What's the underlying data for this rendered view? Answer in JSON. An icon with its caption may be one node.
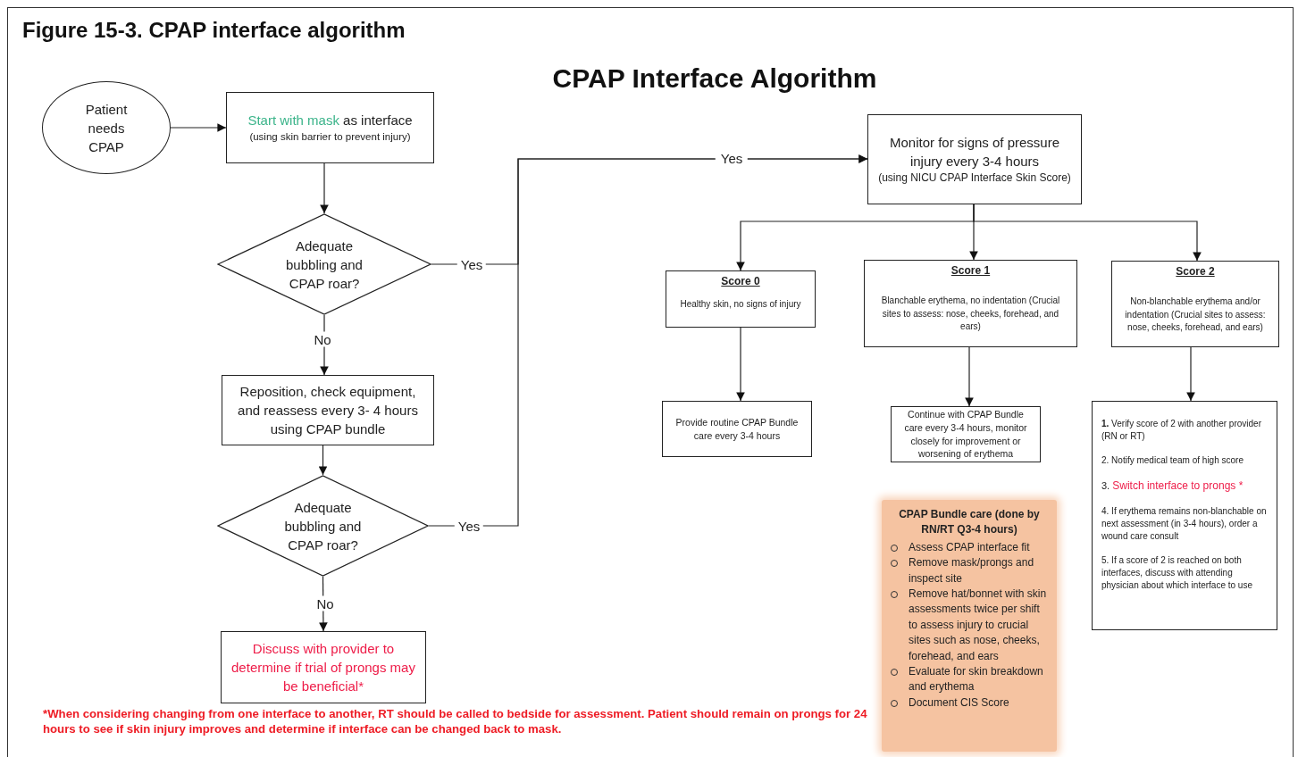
{
  "diagram": {
    "title": "Figure 15-3. CPAP interface algorithm",
    "nodes": [
      {
        "text": [
          "Patient needs CPAP"
        ]
      },
      {
        "text": [
          "Start with mask",
          "as interface",
          "(using skin barrier to prevent injury)"
        ]
      },
      {
        "text": [
          "Adequate bubbling and CPAP roar?"
        ]
      },
      {
        "text": [
          "Reposition, check equipment, and reassess every 3- 4 hours using CPAP bundle"
        ]
      },
      {
        "text": [
          "Adequate bubbling and CPAP roar?"
        ]
      },
      {
        "text": [
          "Discuss with provider to determine if trial of prongs may be beneficial*"
        ]
      },
      {
        "text": [
          "Monitor for signs of pressure injury every 3-4 hours",
          "(using NICU CPAP Interface Skin Score)"
        ]
      },
      {
        "text": [
          "Score 0",
          "Healthy skin, no signs of injury"
        ]
      },
      {
        "text": [
          "Score 1",
          "Blanchable erythema, no indentation (Crucial sites to assess: nose, cheeks, forehead, and ears)"
        ]
      },
      {
        "text": [
          "Score 2",
          "Non-blanchable erythema and/or indentation (Crucial sites to assess: nose, cheeks, forehead, and ears)"
        ]
      },
      {
        "text": [
          "Provide routine CPAP Bundle care every 3-4 hours"
        ]
      },
      {
        "text": [
          "Continue with CPAP Bundle care every 3-4 hours, monitor closely for improvement or worsening of erythema"
        ]
      },
      {
        "text": [
          "**1.** Verify score of 2 with another provider (RN or RT)",
          "2. Notify medical team of high score",
          "3.",
          "Switch interface to prongs *",
          "4. If erythema remains non-blanchable on next assessment (in 3-4 hours), order a wound care consult",
          "5. If a score of 2 is reached on both interfaces, discuss with attending physician about which interface to use"
        ]
      },
      {
        "text": [
          "CPAP Bundle care (done by RN/RT Q3-4 hours)",
          "Assess CPAP interface fit",
          "Remove mask/prongs and inspect site",
          "Remove hat/bonnet with skin assessments twice per shift to assess injury to crucial sites such as nose, cheeks, forehead, and ears",
          "Evaluate for skin breakdown and erythema",
          "Document CIS Score"
        ]
      }
    ],
    "edges": [
      {
        "from": 0,
        "to": 1,
        "arrow": "to"
      },
      {
        "from": 1,
        "to": 2,
        "arrow": "to"
      },
      {
        "from": 2,
        "to": 3,
        "arrow": "to",
        "label": "No"
      },
      {
        "from": 2,
        "to": 6,
        "arrow": "to",
        "label": "Yes"
      },
      {
        "from": 4,
        "to": 6,
        "arrow": "to",
        "label": "Yes"
      },
      {
        "from": 3,
        "to": 4,
        "arrow": "to"
      },
      {
        "from": 4,
        "to": 5,
        "arrow": "to",
        "label": "No"
      },
      {
        "from": 6,
        "to": 7,
        "arrow": "to"
      },
      {
        "from": 6,
        "to": 8,
        "arrow": "to"
      },
      {
        "from": 6,
        "to": 9,
        "arrow": "to"
      },
      {
        "from": 7,
        "to": 10,
        "arrow": "to"
      },
      {
        "from": 8,
        "to": 11,
        "arrow": "to"
      },
      {
        "from": 9,
        "to": 12,
        "arrow": "to"
      }
    ],
    "labels": [
      "CPAP Interface Algorithm",
      "Yes",
      "*When considering changing from one interface to another, RT should be called to bedside for assessment. Patient should remain on prongs for 24 hours to see if skin injury improves and determine if interface can be changed back to mask."
    ]
  }
}
